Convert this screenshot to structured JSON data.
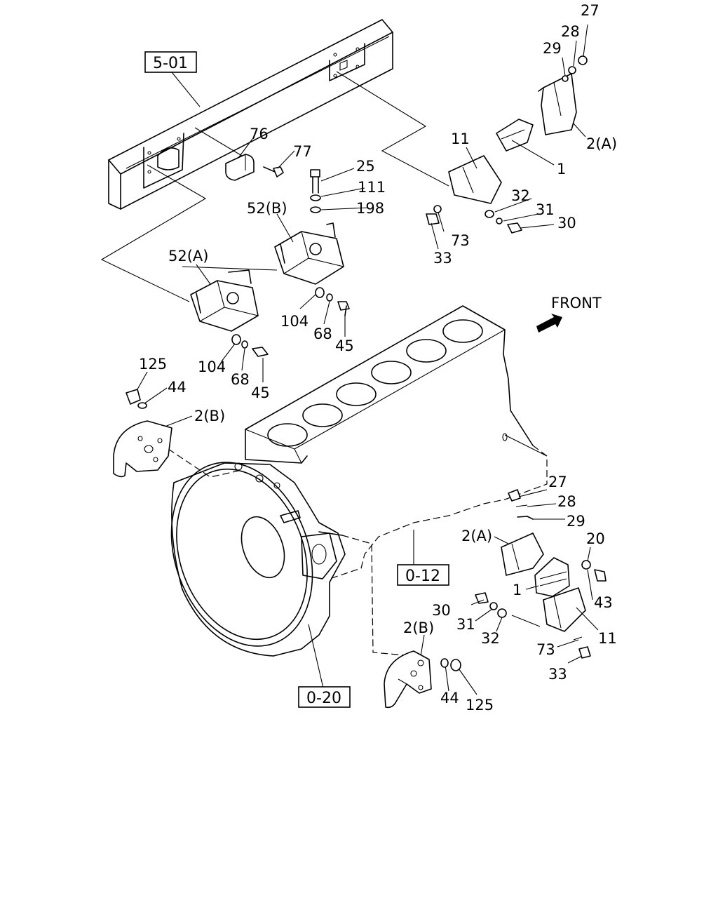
{
  "references": {
    "frame": "5-01",
    "cylinder_block": "0-12",
    "flywheel_housing": "0-20"
  },
  "front_indicator": "FRONT",
  "callouts": {
    "a27": "27",
    "a28": "28",
    "a29": "29",
    "a2A": "2(A)",
    "a1": "1",
    "a11": "11",
    "a32": "32",
    "a31": "31",
    "a30": "30",
    "a73": "73",
    "a33": "33",
    "a76": "76",
    "a77": "77",
    "a25": "25",
    "a111": "111",
    "a198": "198",
    "a52B": "52(B)",
    "a52A": "52(A)",
    "a104": "104",
    "a68": "68",
    "a45": "45",
    "b104": "104",
    "b68": "68",
    "b45": "45",
    "a125": "125",
    "a44": "44",
    "a2B": "2(B)",
    "b27": "27",
    "b28": "28",
    "b29": "29",
    "b2A": "2(A)",
    "b20": "20",
    "b1": "1",
    "b43": "43",
    "b30": "30",
    "b31": "31",
    "b32": "32",
    "b11": "11",
    "b73": "73",
    "b33": "33",
    "b2B": "2(B)",
    "b44": "44",
    "b125": "125"
  }
}
